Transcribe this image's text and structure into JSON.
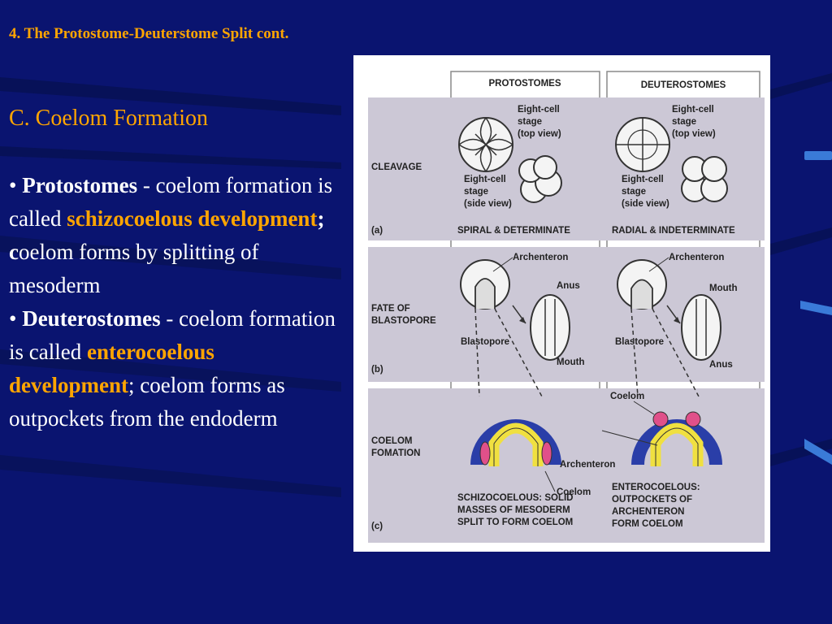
{
  "slide": {
    "title": "4. The Protostome-Deuterstome Split cont.",
    "heading": "C. Coelom Formation",
    "bullets": [
      {
        "bullet": "•",
        "term": "Protostomes",
        "text1": " - coelom formation is called ",
        "highlight": "schizocoelous development",
        "sep": "; c",
        "text2": "oelom forms by splitting of mesoderm"
      },
      {
        "bullet": "•",
        "term": "Deuterostomes",
        "text1": " - coelom formation is called ",
        "highlight": "enterocoelous development",
        "sep": "; ",
        "text2": "coelom forms as outpockets from the endoderm"
      }
    ]
  },
  "figure": {
    "columns": {
      "protostomes": "PROTOSTOMES",
      "deuterostomes": "DEUTEROSTOMES"
    },
    "rows": [
      {
        "label_line1": "CLEAVAGE",
        "label_line2": "",
        "panel": "(a)"
      },
      {
        "label_line1": "FATE OF",
        "label_line2": "BLASTOPORE",
        "panel": "(b)"
      },
      {
        "label_line1": "COELOM",
        "label_line2": "FOMATION",
        "panel": "(c)"
      }
    ],
    "cleavage": {
      "top_view": [
        "Eight-cell",
        "stage",
        "(top view)"
      ],
      "side_view": [
        "Eight-cell",
        "stage",
        "(side view)"
      ],
      "protostome_caption": "SPIRAL & DETERMINATE",
      "deuterostome_caption": "RADIAL & INDETERMINATE"
    },
    "blastopore": {
      "archenteron": "Archenteron",
      "blastopore": "Blastopore",
      "anus": "Anus",
      "mouth": "Mouth"
    },
    "coelom": {
      "coelom": "Coelom",
      "archenteron": "Archenteron",
      "protostome_caption": [
        "SCHIZOCOELOUS: SOLID",
        "MASSES OF MESODERM",
        "SPLIT TO FORM COELOM"
      ],
      "deuterostome_caption": [
        "ENTEROCOELOUS:",
        "OUTPOCKETS OF",
        "ARCHENTERON",
        "FORM COELOM"
      ]
    }
  },
  "colors": {
    "background": "#0a1470",
    "accent": "#ffa500",
    "text": "#ffffff",
    "panel": "#ccc8d6",
    "ectoderm": "#2a3ea8",
    "mesoderm_pink": "#e0508a",
    "endoderm_yellow": "#f0e040"
  }
}
